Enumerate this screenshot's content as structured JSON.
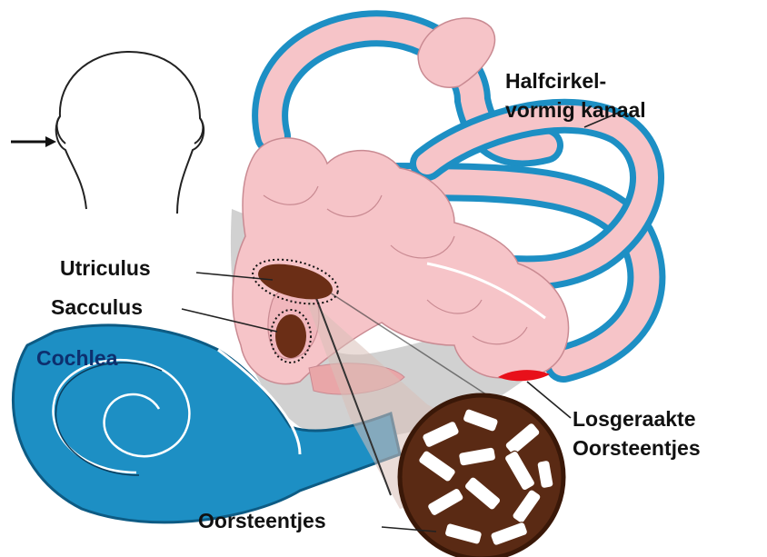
{
  "labels": {
    "semicircular_line1": "Halfcirkel-",
    "semicircular_line2": "vormig kanaal",
    "utriculus": "Utriculus",
    "sacculus": "Sacculus",
    "cochlea": "Cochlea",
    "loose_line1": "Losgeraakte",
    "loose_line2": "Oorsteentjes",
    "otoliths": "Oorsteentjes"
  },
  "colors": {
    "membrane_pink": "#f6c4c8",
    "bone_blue": "#1d8fc4",
    "otolith_brown": "#6b2e16",
    "loose_red": "#e8101a",
    "shadow_gray": "#c9c9c9"
  }
}
